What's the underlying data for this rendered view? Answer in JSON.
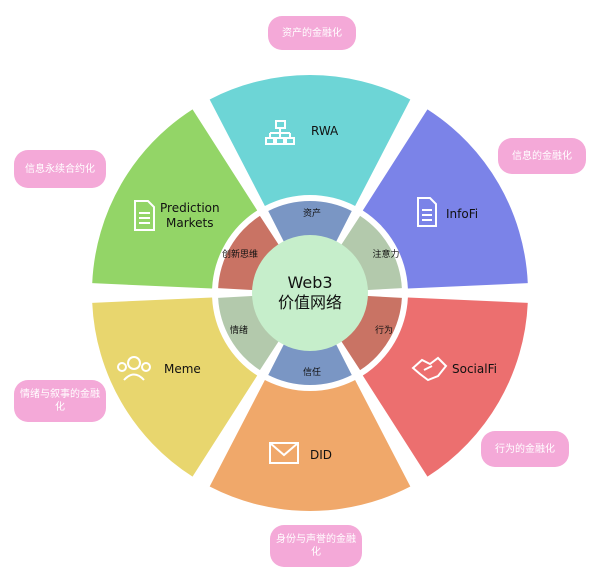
{
  "center": {
    "line1": "Web3",
    "line2": "价值网络"
  },
  "segments": {
    "rwa": "RWA",
    "infofi": "InfoFi",
    "socialfi": "SocialFi",
    "did": "DID",
    "meme": "Meme",
    "prediction_line1": "Prediction",
    "prediction_line2": "Markets"
  },
  "inner": {
    "assets": "资产",
    "attention": "注意力",
    "behavior": "行为",
    "trust": "信任",
    "emotion": "情绪",
    "innovation": "创新思维"
  },
  "callouts": {
    "assets": "资产的金融化",
    "info": "信息的金融化",
    "behavior": "行为的金融化",
    "identity": "身份与声誉的金融化",
    "narrative": "情绪与叙事的金融化",
    "contract": "信息永续合约化"
  },
  "colors": {
    "rwa": "#6dd5d6",
    "infofi": "#7b83e8",
    "socialfi": "#ec6f6f",
    "did": "#f0a86a",
    "meme": "#e8d66e",
    "prediction": "#93d567",
    "inner_assets": "#7a96c4",
    "inner_attention": "#b3c9ac",
    "inner_behavior": "#c97364",
    "inner_trust": "#7a96c4",
    "inner_emotion": "#b3c9ac",
    "inner_innovation": "#c97364",
    "center": "#c6eecb",
    "callout": "#f4a9d8"
  },
  "icons": {
    "rwa": "org-chart-icon",
    "infofi": "document-icon",
    "socialfi": "handshake-icon",
    "did": "envelope-icon",
    "meme": "people-icon",
    "prediction": "document-icon"
  }
}
